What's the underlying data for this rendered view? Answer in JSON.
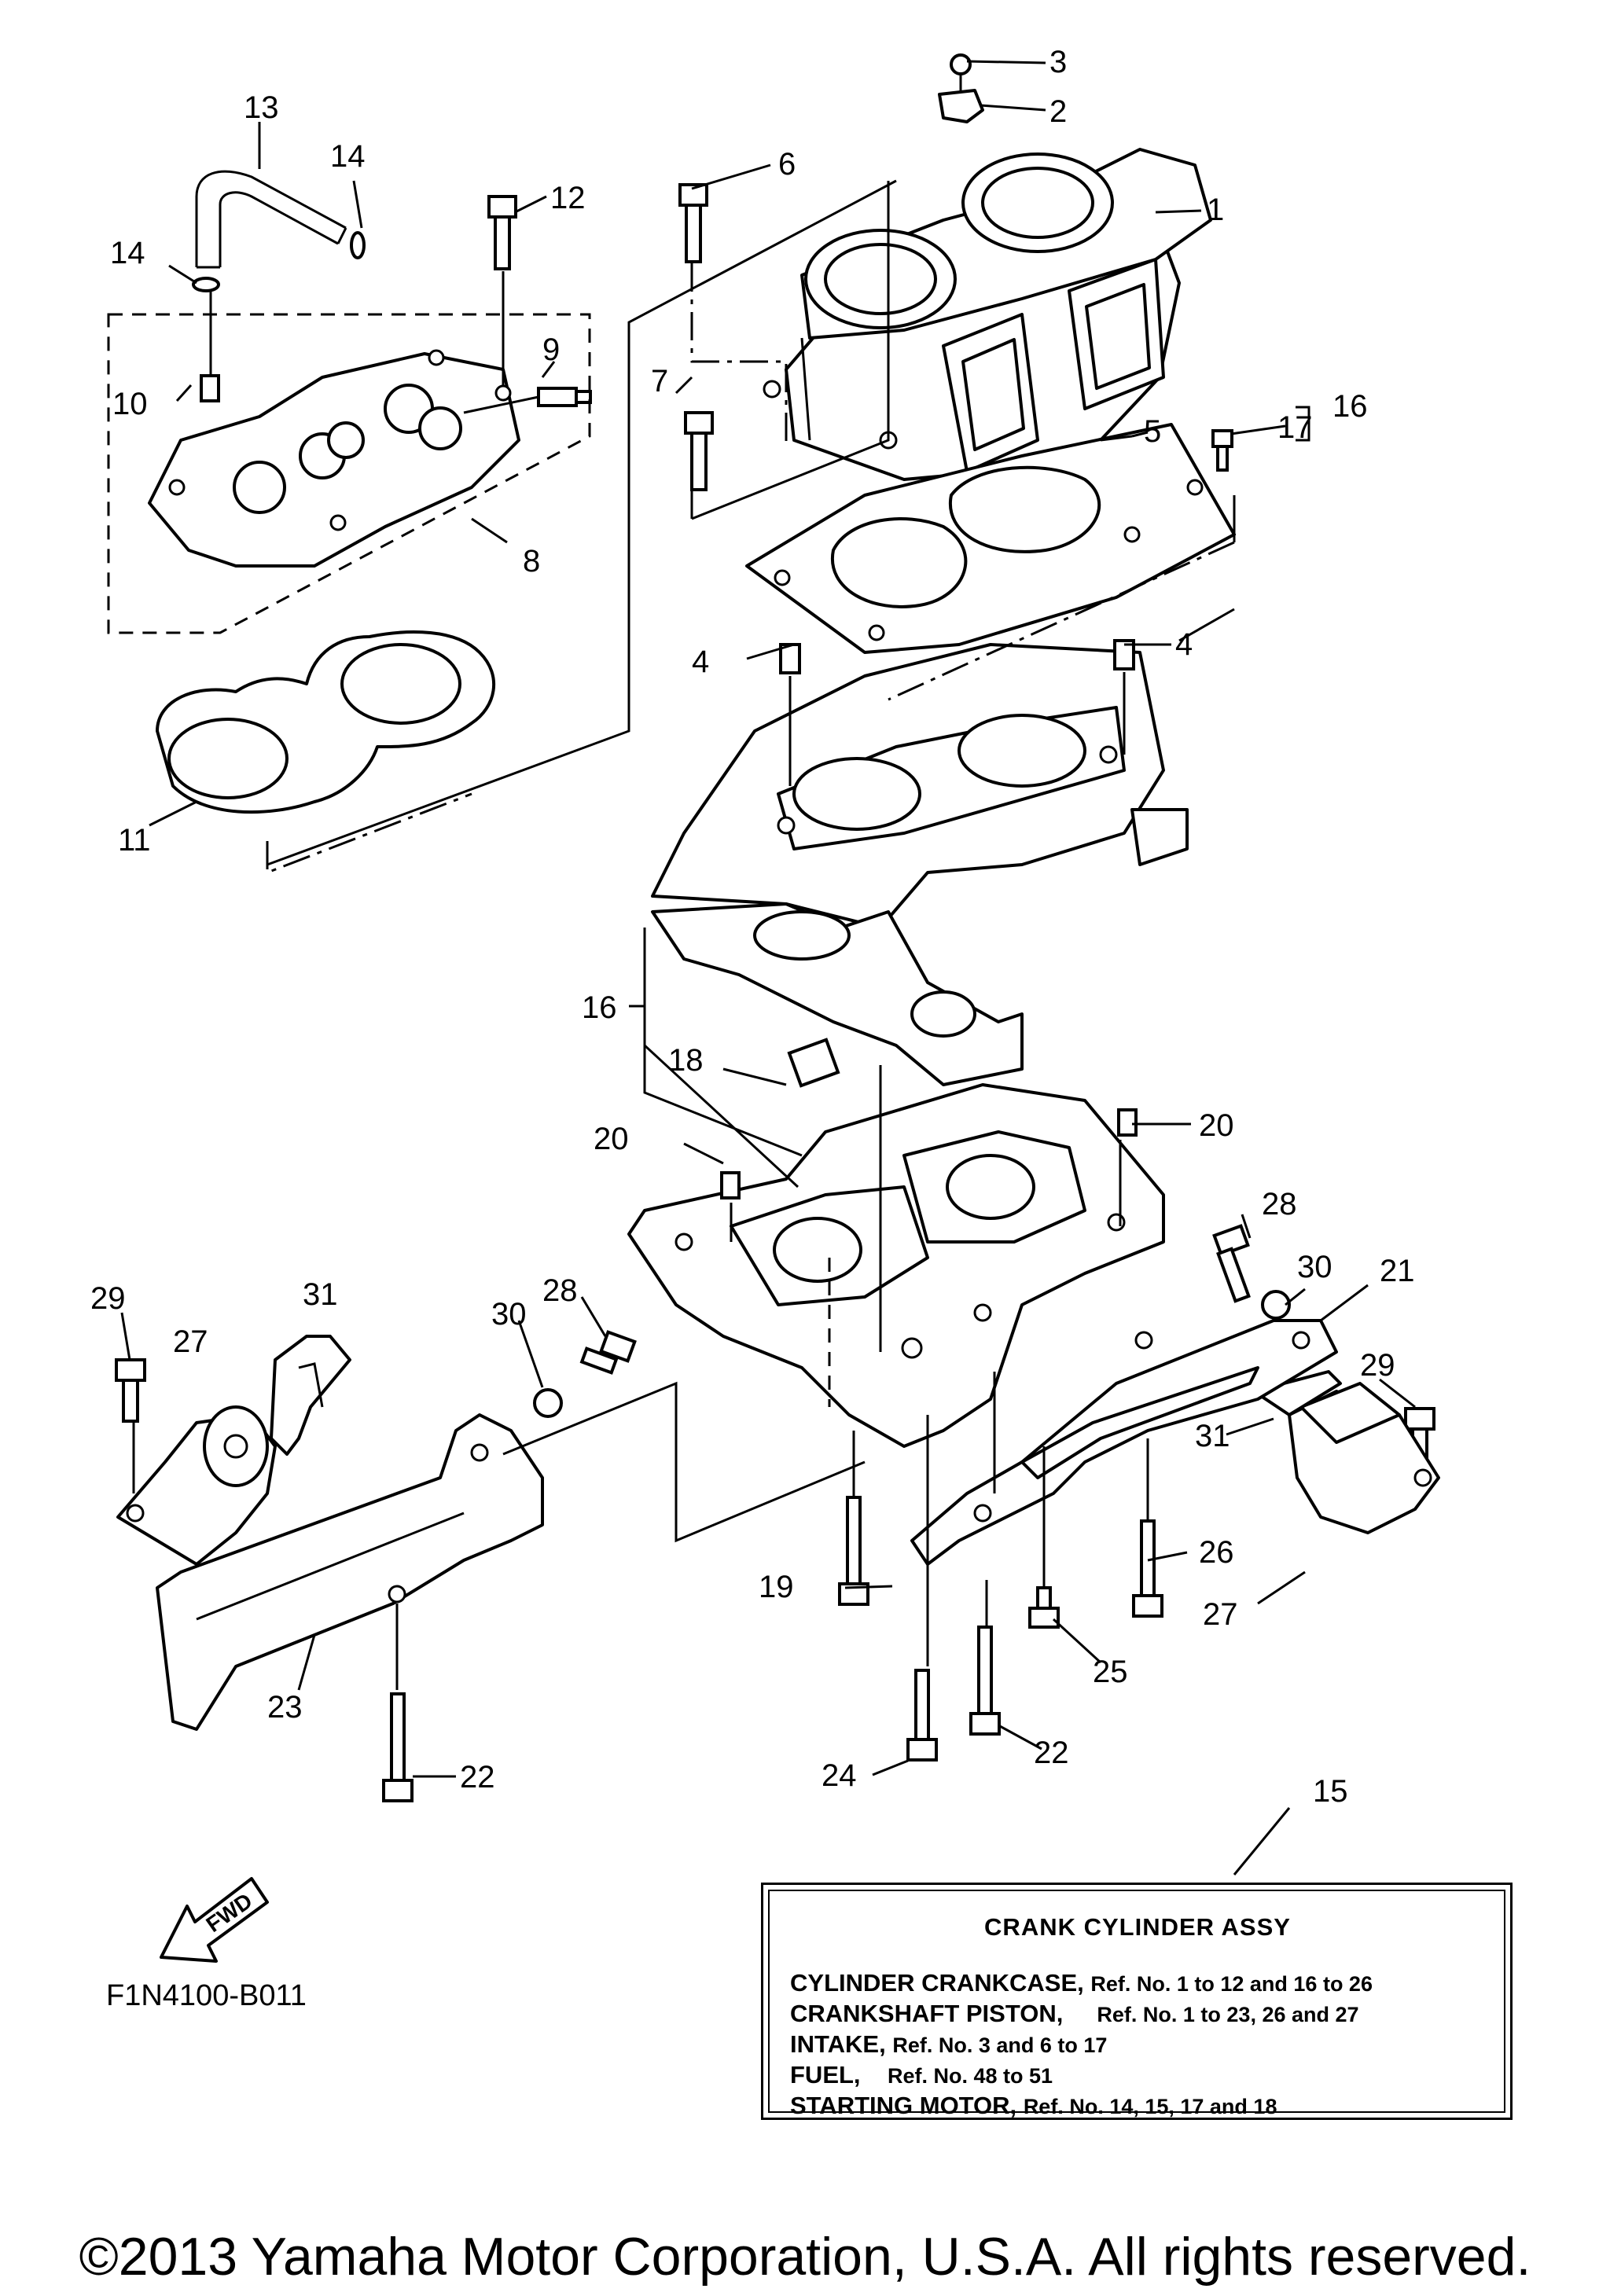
{
  "callouts": [
    {
      "id": "c1",
      "text": "1"
    },
    {
      "id": "c2",
      "text": "2"
    },
    {
      "id": "c3",
      "text": "3"
    },
    {
      "id": "c4a",
      "text": "4"
    },
    {
      "id": "c4b",
      "text": "4"
    },
    {
      "id": "c5",
      "text": "5"
    },
    {
      "id": "c6",
      "text": "6"
    },
    {
      "id": "c7",
      "text": "7"
    },
    {
      "id": "c8",
      "text": "8"
    },
    {
      "id": "c9",
      "text": "9"
    },
    {
      "id": "c10",
      "text": "10"
    },
    {
      "id": "c11",
      "text": "11"
    },
    {
      "id": "c12",
      "text": "12"
    },
    {
      "id": "c13",
      "text": "13"
    },
    {
      "id": "c14a",
      "text": "14"
    },
    {
      "id": "c14b",
      "text": "14"
    },
    {
      "id": "c15",
      "text": "15"
    },
    {
      "id": "c16a",
      "text": "16"
    },
    {
      "id": "c16b",
      "text": "16"
    },
    {
      "id": "c17",
      "text": "17"
    },
    {
      "id": "c18",
      "text": "18"
    },
    {
      "id": "c19",
      "text": "19"
    },
    {
      "id": "c20a",
      "text": "20"
    },
    {
      "id": "c20b",
      "text": "20"
    },
    {
      "id": "c21",
      "text": "21"
    },
    {
      "id": "c22a",
      "text": "22"
    },
    {
      "id": "c22b",
      "text": "22"
    },
    {
      "id": "c23",
      "text": "23"
    },
    {
      "id": "c24",
      "text": "24"
    },
    {
      "id": "c25",
      "text": "25"
    },
    {
      "id": "c26",
      "text": "26"
    },
    {
      "id": "c27a",
      "text": "27"
    },
    {
      "id": "c27b",
      "text": "27"
    },
    {
      "id": "c28a",
      "text": "28"
    },
    {
      "id": "c28b",
      "text": "28"
    },
    {
      "id": "c29a",
      "text": "29"
    },
    {
      "id": "c29b",
      "text": "29"
    },
    {
      "id": "c30a",
      "text": "30"
    },
    {
      "id": "c30b",
      "text": "30"
    },
    {
      "id": "c31a",
      "text": "31"
    },
    {
      "id": "c31b",
      "text": "31"
    }
  ],
  "fwd_label": "FWD",
  "diagram_code": "F1N4100-B011",
  "info_box": {
    "title": "CRANK  CYLINDER ASSY",
    "rows": [
      {
        "name": "CYLINDER CRANKCASE,",
        "refs": "Ref. No. 1 to 12 and 16 to 26"
      },
      {
        "name": "CRANKSHAFT PISTON,",
        "refs": "Ref. No. 1 to 23, 26 and 27"
      },
      {
        "name": "INTAKE,",
        "refs": "Ref. No. 3 and 6 to 17"
      },
      {
        "name": "FUEL,",
        "refs": "Ref. No. 48 to 51"
      },
      {
        "name": "STARTING MOTOR,",
        "refs": "Ref. No. 14, 15, 17 and 18"
      }
    ]
  },
  "copyright": "©2013 Yamaha Motor Corporation, U.S.A. All rights reserved."
}
